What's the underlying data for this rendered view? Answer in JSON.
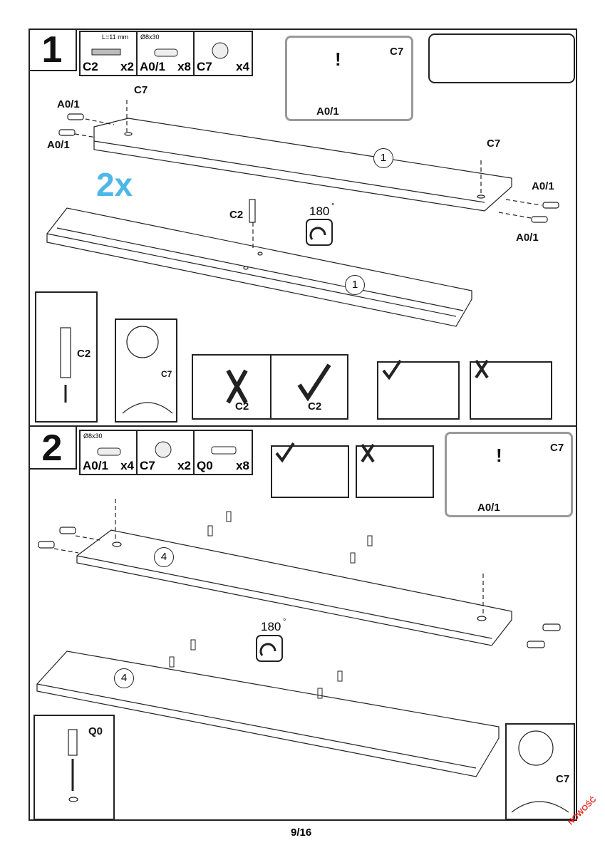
{
  "steps": [
    {
      "number": "1",
      "parts": [
        {
          "code": "C2",
          "qty": "x2",
          "spec": "L=11 mm"
        },
        {
          "code": "A0/1",
          "qty": "x8",
          "spec": "Ø8x30"
        },
        {
          "code": "C7",
          "qty": "x4",
          "spec": ""
        }
      ],
      "labels": {
        "c7": "C7",
        "a01": "A0/1",
        "c2": "C2",
        "board": "1",
        "multiplier": "2x",
        "rotation": "180",
        "degree": "°"
      }
    },
    {
      "number": "2",
      "parts": [
        {
          "code": "A0/1",
          "qty": "x4",
          "spec": "Ø8x30"
        },
        {
          "code": "C7",
          "qty": "x2",
          "spec": ""
        },
        {
          "code": "Q0",
          "qty": "x8",
          "spec": ""
        }
      ],
      "labels": {
        "c7": "C7",
        "a01": "A0/1",
        "q0": "Q0",
        "board": "4",
        "rotation": "180",
        "degree": "°"
      }
    }
  ],
  "warning_mark": "!",
  "page_number": "9/16",
  "badge": "NOWOŚĆ"
}
